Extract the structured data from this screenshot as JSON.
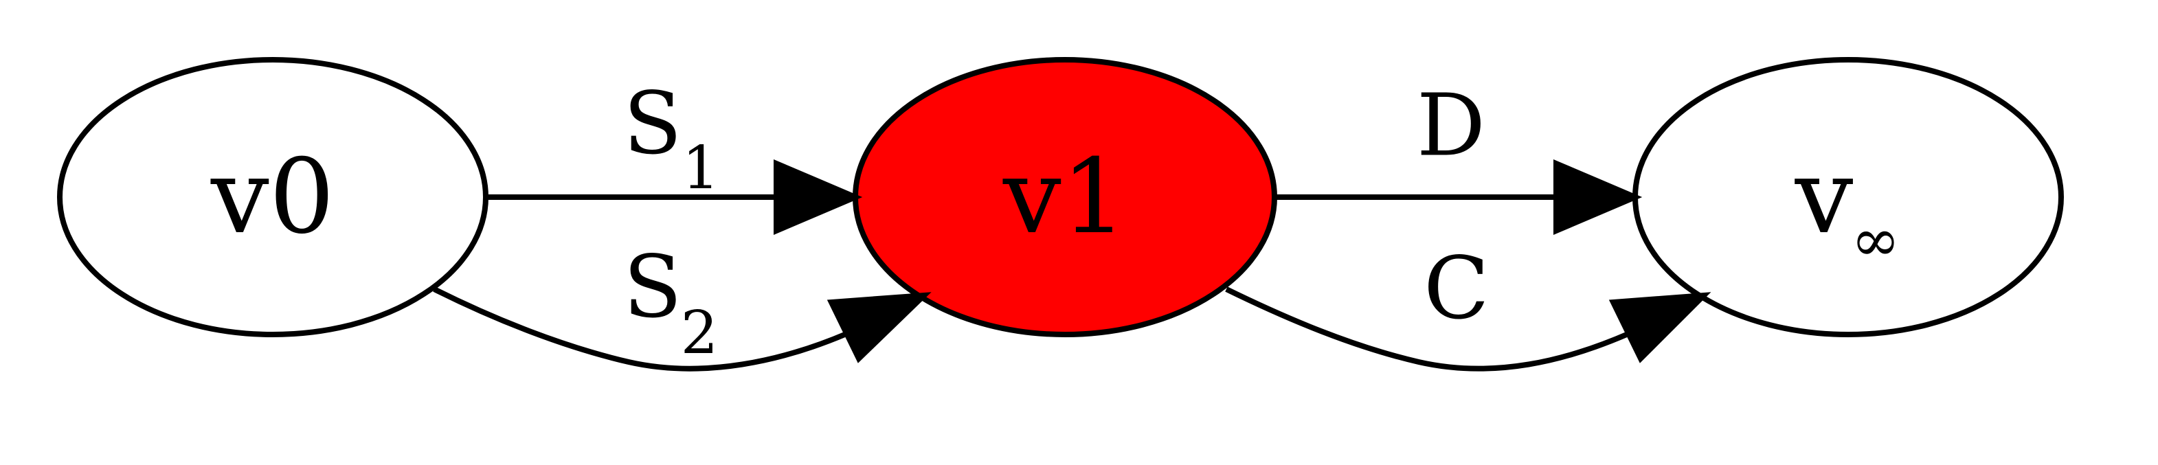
{
  "colors": {
    "highlight": "#ff0000",
    "stroke": "#000000",
    "background": "#ffffff"
  },
  "nodes": {
    "v0": {
      "label": "v0"
    },
    "v1": {
      "label": "v1"
    },
    "vinf": {
      "label": "v",
      "subscript": "∞"
    }
  },
  "edges": {
    "v0_v1_top": {
      "label": "S",
      "subscript": "1"
    },
    "v0_v1_bottom": {
      "label": "S",
      "subscript": "2"
    },
    "v1_vinf_top": {
      "label": "D"
    },
    "v1_vinf_bottom": {
      "label": "C"
    }
  }
}
